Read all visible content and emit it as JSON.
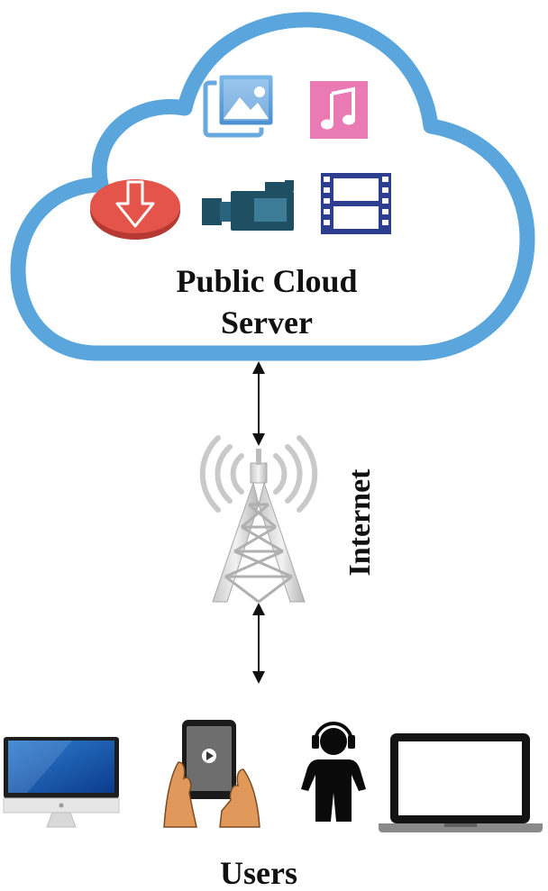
{
  "cloud": {
    "title_line1": "Public Cloud",
    "title_line2": "Server",
    "outline_color": "#5aa6dc",
    "icons": [
      "photos-icon",
      "music-icon",
      "download-icon",
      "video-camera-icon",
      "film-strip-icon"
    ]
  },
  "network": {
    "label": "Internet",
    "tower_icon": "cell-tower-icon"
  },
  "users": {
    "label": "Users",
    "devices": [
      "desktop-monitor-icon",
      "smartphone-in-hands-icon",
      "person-with-headphones-icon",
      "laptop-icon"
    ]
  },
  "colors": {
    "cloud_blue": "#5aa6dc",
    "photo_blue": "#6aa9dd",
    "music_pink": "#e97ab4",
    "download_red": "#e5544a",
    "camera_teal": "#1f4f63",
    "film_navy": "#2d3d8f"
  }
}
